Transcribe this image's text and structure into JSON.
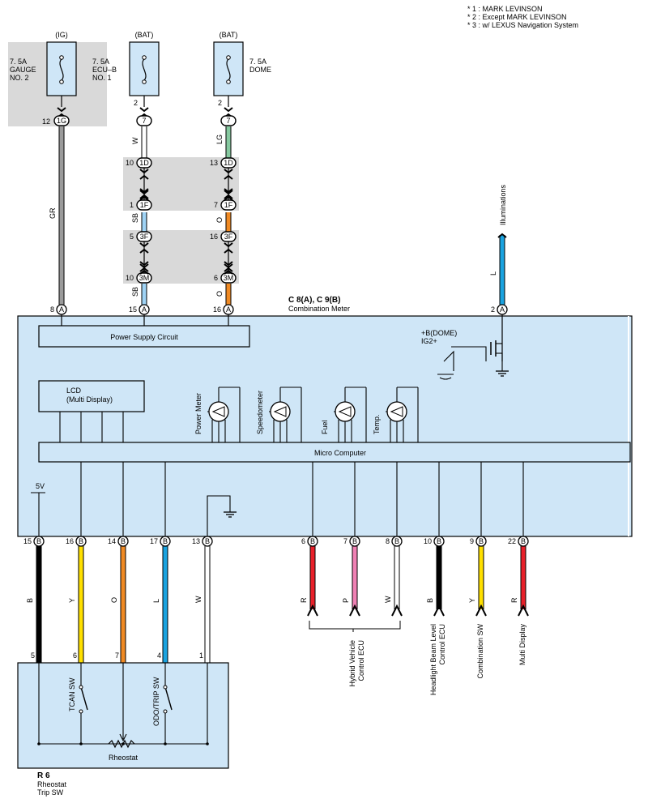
{
  "notes": [
    "* 1 : MARK LEVINSON",
    "* 2 : Except MARK LEVINSON",
    "* 3 : w/ LEXUS Navigation System"
  ],
  "colors": {
    "block": "#cfe6f7",
    "shade": "#d9d9d9",
    "GR": "#9b9b9b",
    "W": "#ffffff",
    "LG": "#86c9a0",
    "SB": "#9fd3f5",
    "O": "#f08a24",
    "L": "#1aa3e0",
    "B": "#000000",
    "Y": "#ffe000",
    "R": "#e8202a",
    "P": "#f081b4"
  },
  "fuses": [
    {
      "source": "(IG)",
      "line1": "7. 5A",
      "line2": "GAUGE",
      "line3": "NO. 2",
      "top_pin": "",
      "conn": "1G",
      "conn_pin": "12"
    },
    {
      "source": "(BAT)",
      "line1": "7. 5A",
      "line2": "ECU–B",
      "line3": "NO. 1",
      "top_pin": "2",
      "conn": "7",
      "conn_pin": ""
    },
    {
      "source": "(BAT)",
      "line1": "7. 5A",
      "line2": "DOME",
      "line3": "",
      "top_pin": "2",
      "conn": "7",
      "conn_pin": ""
    }
  ],
  "junction_connectors": [
    {
      "pin_left": "10",
      "label_left": "1D",
      "pin_right": "13",
      "label_right": "1D"
    },
    {
      "pin_left": "1",
      "label_left": "1F",
      "pin_right": "7",
      "label_right": "1F"
    },
    {
      "pin_left": "5",
      "label_left": "3F",
      "pin_right": "16",
      "label_right": "3F"
    },
    {
      "pin_left": "10",
      "label_left": "3M",
      "pin_right": "6",
      "label_right": "3M"
    }
  ],
  "top_wires": [
    {
      "color": "GR",
      "pin": "8",
      "conn": "A"
    },
    {
      "color": "W",
      "color2": "SB",
      "color3": "SB",
      "pin": "15",
      "conn": "A"
    },
    {
      "color": "LG",
      "color2": "O",
      "color3": "O",
      "pin": "16",
      "conn": "A"
    },
    {
      "color": "L",
      "pin": "2",
      "conn": "A",
      "dest": "Illuminations"
    }
  ],
  "meter": {
    "id": "C 8(A), C 9(B)",
    "name": "Combination Meter",
    "power_supply": "Power Supply Circuit",
    "lcd_line1": "LCD",
    "lcd_line2": "(Multi Display)",
    "gauges": [
      "Power Meter",
      "Speedometer",
      "Fuel",
      "Temp."
    ],
    "micro": "Micro Computer",
    "dome_label1": "+B(DOME)",
    "dome_label2": "IG2+",
    "volt": "5V"
  },
  "bottom_pins": [
    {
      "pin": "15",
      "conn": "B",
      "color": "B"
    },
    {
      "pin": "16",
      "conn": "B",
      "color": "Y"
    },
    {
      "pin": "14",
      "conn": "B",
      "color": "O"
    },
    {
      "pin": "17",
      "conn": "B",
      "color": "L"
    },
    {
      "pin": "13",
      "conn": "B",
      "color": "W"
    },
    {
      "pin": "6",
      "conn": "B",
      "color": "R"
    },
    {
      "pin": "7",
      "conn": "B",
      "color": "P"
    },
    {
      "pin": "8",
      "conn": "B",
      "color": "W"
    },
    {
      "pin": "10",
      "conn": "B",
      "color": "B"
    },
    {
      "pin": "9",
      "conn": "B",
      "color": "Y"
    },
    {
      "pin": "22",
      "conn": "B",
      "color": "R"
    }
  ],
  "destinations": [
    {
      "line1": "Hybrid Vehicle",
      "line2": "Control ECU"
    },
    {
      "line1": "Headlight Beam Level",
      "line2": "Control ECU"
    },
    {
      "line1": "Combination SW",
      "line2": ""
    },
    {
      "line1": "Multi Display",
      "line2": ""
    }
  ],
  "rheostat_switch": {
    "pins": [
      "5",
      "6",
      "7",
      "4",
      "1"
    ],
    "tcan": "TCAN SW",
    "odo": "ODO/TRIP SW",
    "rheostat": "Rheostat",
    "id": "R 6",
    "name_line1": "Rheostat",
    "name_line2": "Trip SW"
  }
}
